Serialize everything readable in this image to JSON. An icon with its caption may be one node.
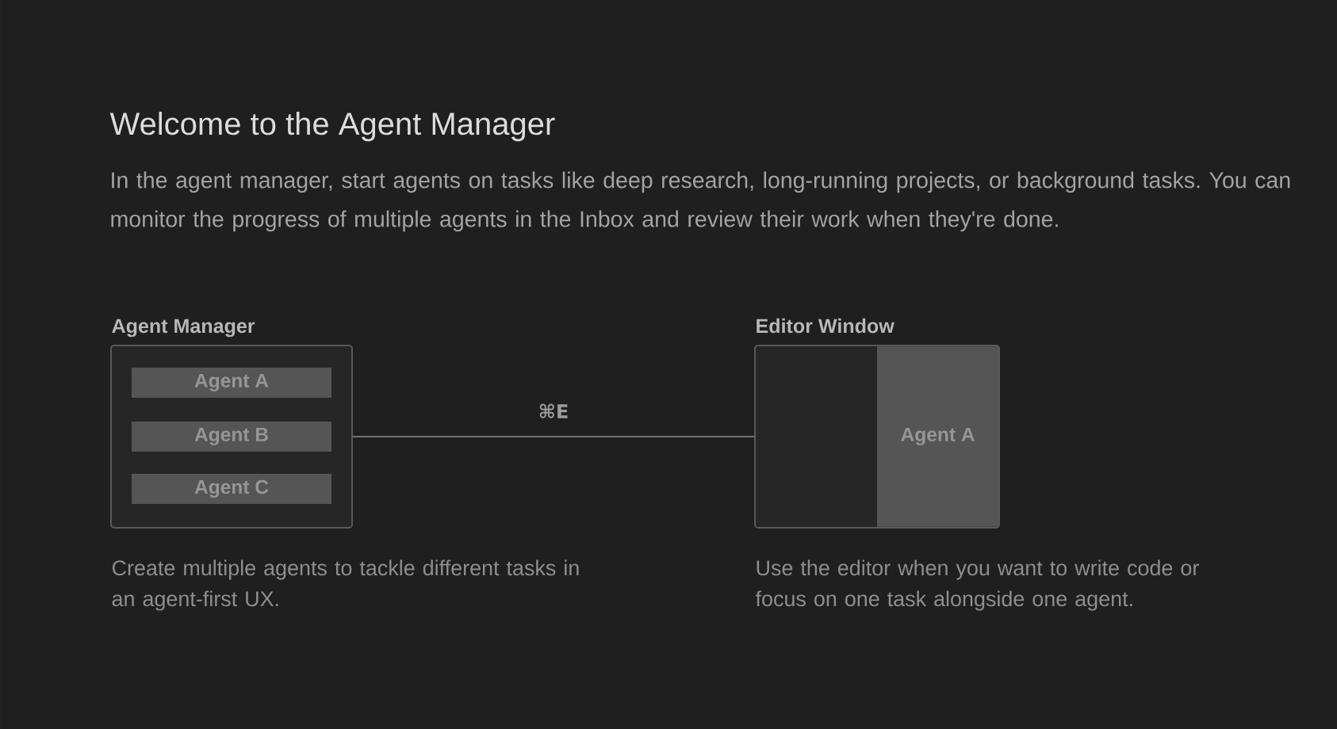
{
  "diagram": {
    "title": "Welcome to the Agent Manager",
    "nodes": [
      {
        "text": [
          "Agent Manager"
        ],
        "beside": [
          "Create multiple agents to tackle different tasks in an agent-first UX."
        ]
      },
      {
        "text": [
          "Agent A"
        ],
        "in": 0
      },
      {
        "text": [
          "Agent B"
        ],
        "in": 0
      },
      {
        "text": [
          "Agent C"
        ],
        "in": 0
      },
      {
        "text": [
          "Editor Window"
        ],
        "beside": [
          "Use the editor when you want to write code or focus on one task alongside one agent."
        ]
      },
      {
        "text": [
          "Agent A"
        ],
        "in": 4
      }
    ],
    "edges": [
      {
        "from": 0,
        "to": 4,
        "arrow": "none",
        "label": "⌘E"
      }
    ],
    "labels": [
      "In the agent manager, start agents on tasks like deep research, long-running projects, or background tasks. You can monitor the progress of multiple agents in the Inbox and review their work when they're done."
    ]
  }
}
